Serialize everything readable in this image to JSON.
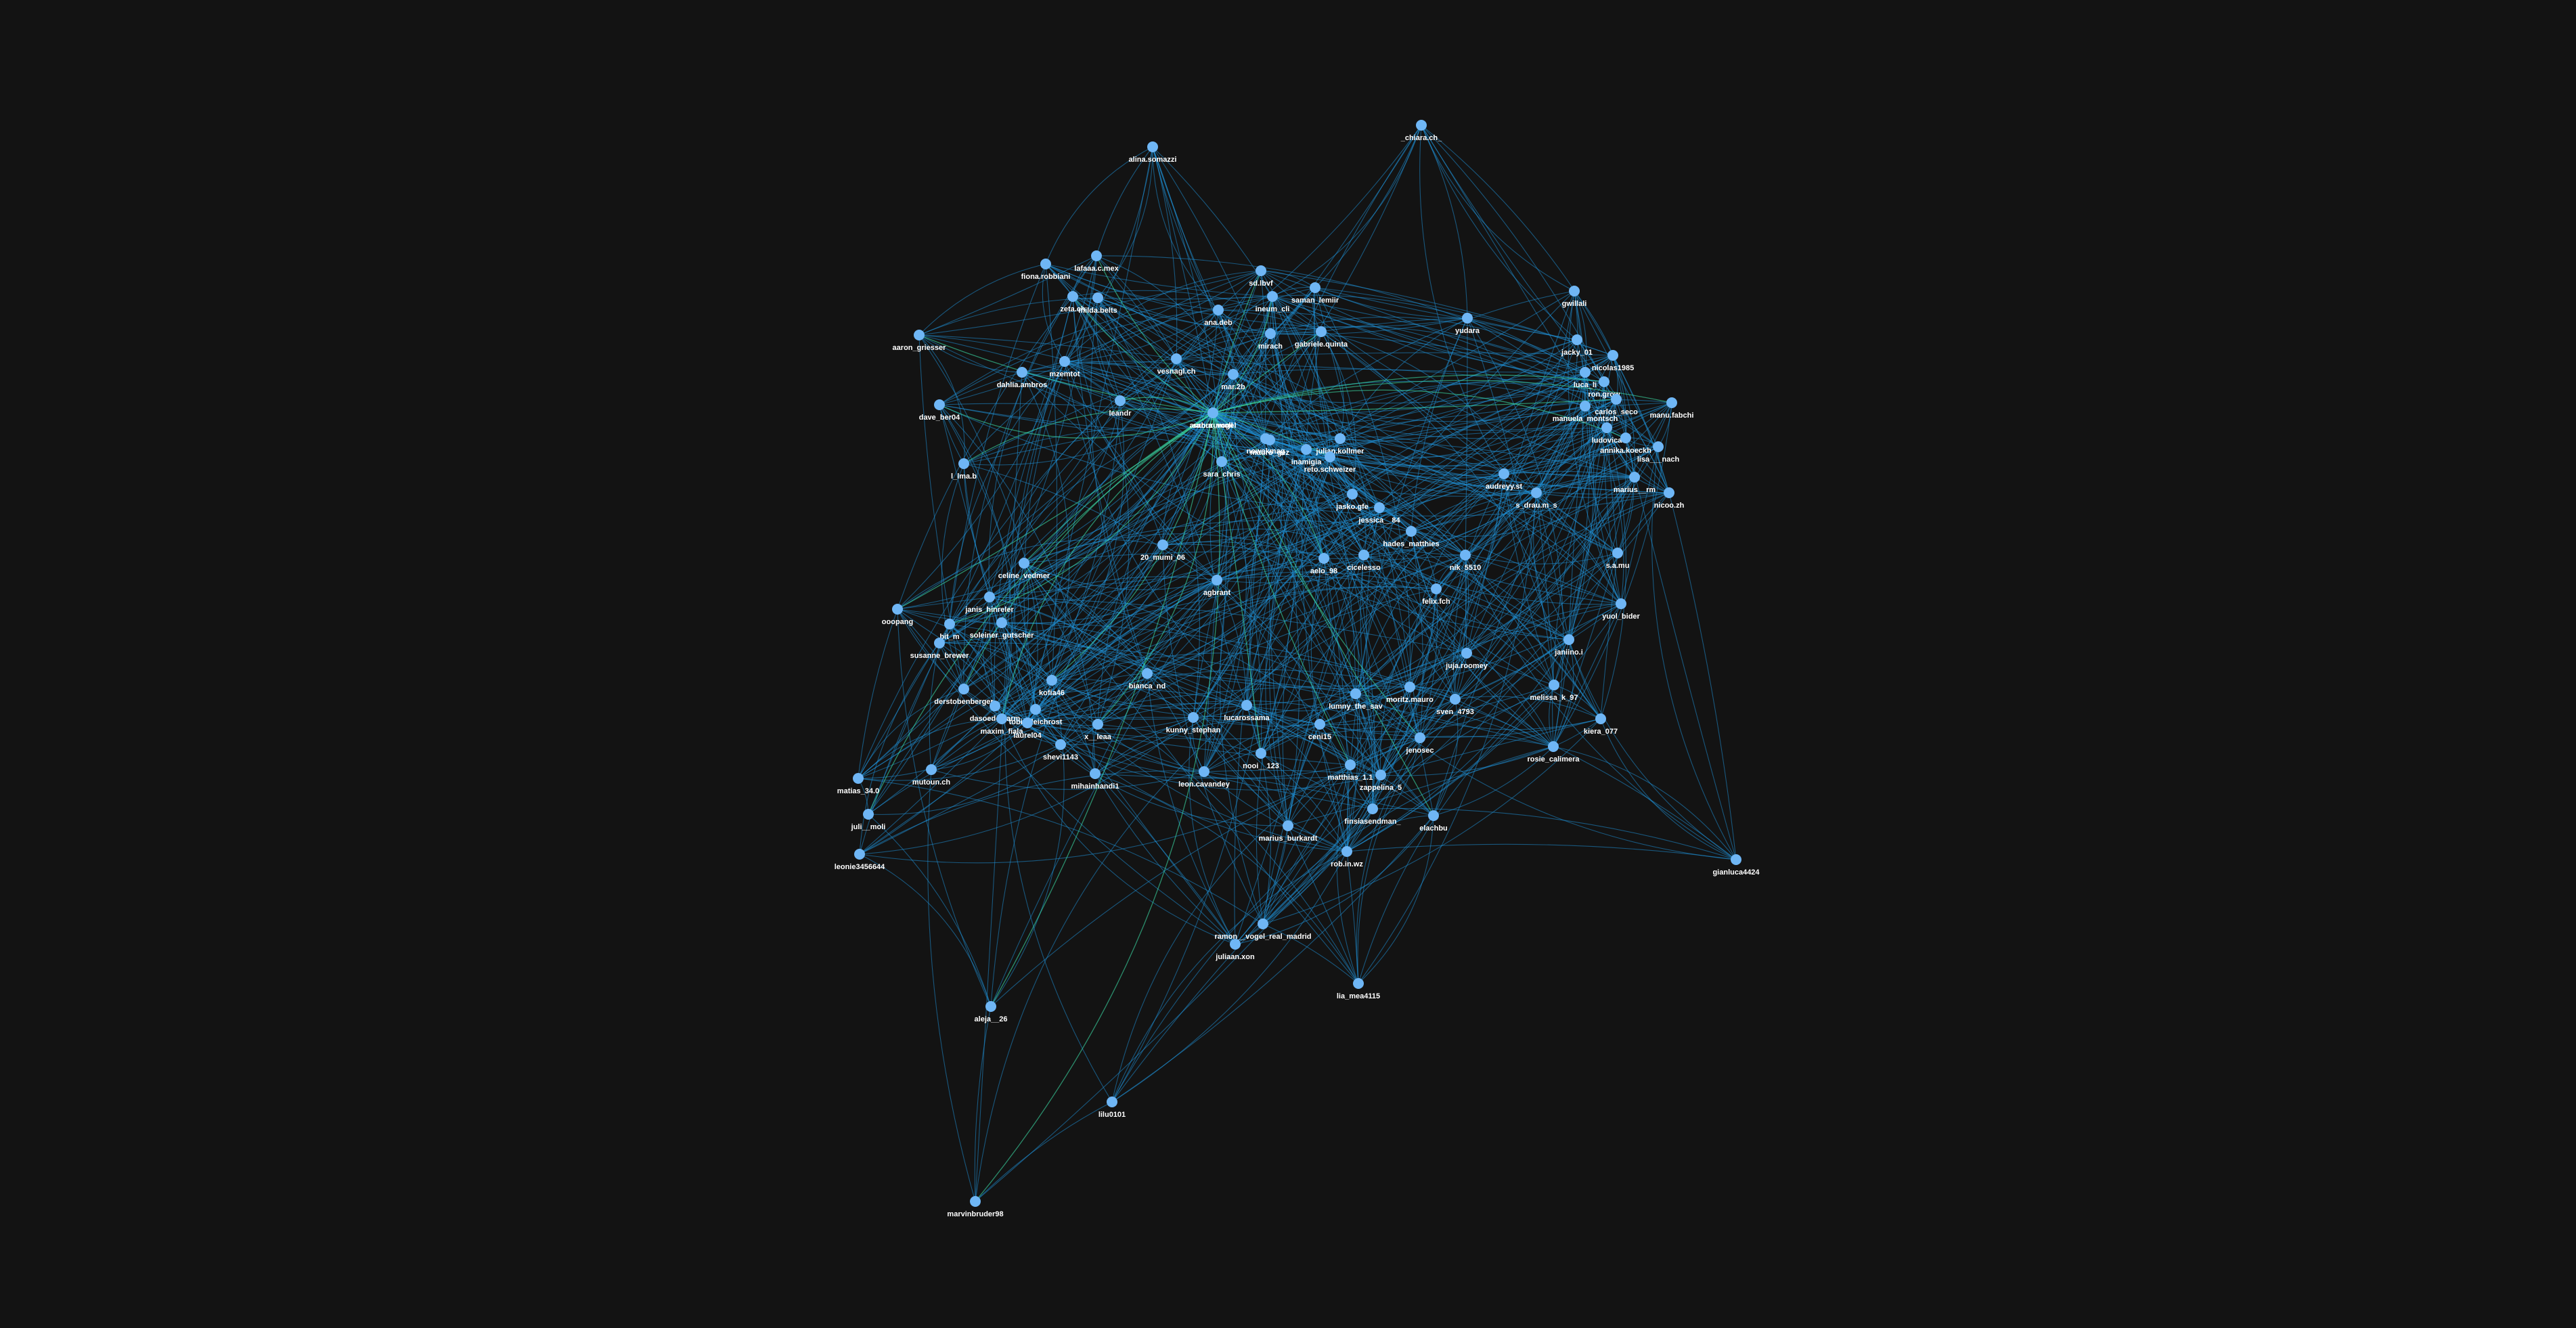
{
  "colors": {
    "background": "#131313",
    "edge": "#1f8fd6",
    "edge_highlight": "#3ce0a8",
    "node": "#6fb6f5",
    "node_center": "#3ce0a8",
    "label": "#ffffff"
  },
  "nodes": [
    {
      "id": "chiara_ch_",
      "label": "_chiara.ch_"
    },
    {
      "id": "alina",
      "label": "alina.somazzi"
    },
    {
      "id": "aurora",
      "label": "aurora_vogel"
    },
    {
      "id": "fiona",
      "label": "fiona.robbiani"
    },
    {
      "id": "lafaaa",
      "label": "lafaaa.c.mex"
    },
    {
      "id": "zeta",
      "label": "zeta.ch"
    },
    {
      "id": "milda",
      "label": "milda.belts"
    },
    {
      "id": "sdlbv",
      "label": "sd.lbvf"
    },
    {
      "id": "ineum",
      "label": "ineum_cli"
    },
    {
      "id": "saman",
      "label": "saman_lemiir"
    },
    {
      "id": "anadeb",
      "label": "ana.deb"
    },
    {
      "id": "mirach",
      "label": "mirach"
    },
    {
      "id": "gabriele",
      "label": "gabriele.quinta"
    },
    {
      "id": "yudara",
      "label": "yudara"
    },
    {
      "id": "gwillali",
      "label": "gwillali"
    },
    {
      "id": "aaron",
      "label": "aaron_griesser"
    },
    {
      "id": "dahlia",
      "label": "dahlia.ambros"
    },
    {
      "id": "mzemtot",
      "label": "mzemtot"
    },
    {
      "id": "vesnagl",
      "label": "vesnagl.ch"
    },
    {
      "id": "mar_2b",
      "label": "mar.2b"
    },
    {
      "id": "jacky",
      "label": "jacky_01"
    },
    {
      "id": "nicolas1985",
      "label": "nicolas1985"
    },
    {
      "id": "luca",
      "label": "luca_li"
    },
    {
      "id": "ron",
      "label": "ron.grow"
    },
    {
      "id": "dave",
      "label": "dave_ber04"
    },
    {
      "id": "leandr",
      "label": "leandr"
    },
    {
      "id": "sahurumoll",
      "label": "sahurumoll"
    },
    {
      "id": "nowakmag",
      "label": "nowakmag"
    },
    {
      "id": "mauro",
      "label": "mauro_gez"
    },
    {
      "id": "manuela",
      "label": "manuela_montsch"
    },
    {
      "id": "carlos",
      "label": "carlos_seco"
    },
    {
      "id": "manu",
      "label": "manu.fabchi"
    },
    {
      "id": "ludovica",
      "label": "ludovica"
    },
    {
      "id": "inamigia",
      "label": "inamigia"
    },
    {
      "id": "julian",
      "label": "julian.kollmer"
    },
    {
      "id": "annika",
      "label": "annika.koeckh"
    },
    {
      "id": "lisa",
      "label": "lisa___nach"
    },
    {
      "id": "llma",
      "label": "l_lma.b"
    },
    {
      "id": "sara",
      "label": "sara_chris"
    },
    {
      "id": "reto",
      "label": "reto.schweizer"
    },
    {
      "id": "audreyy",
      "label": "audreyy.st"
    },
    {
      "id": "s_drau",
      "label": "s_drau.m_s"
    },
    {
      "id": "marius",
      "label": "marius__rm"
    },
    {
      "id": "nicoo",
      "label": "nicoo.zh"
    },
    {
      "id": "jasko",
      "label": "jasko.gfe"
    },
    {
      "id": "jessica",
      "label": "jessica__84"
    },
    {
      "id": "hades",
      "label": "hades_matthies"
    },
    {
      "id": "mumi",
      "label": "20_mumi_06"
    },
    {
      "id": "aelo",
      "label": "aelo_98"
    },
    {
      "id": "cicelesso",
      "label": "cicelesso"
    },
    {
      "id": "nik",
      "label": "nik_5510"
    },
    {
      "id": "samu",
      "label": "s.a.mu"
    },
    {
      "id": "celine",
      "label": "celine_vedmer"
    },
    {
      "id": "agbrant",
      "label": "agbrant"
    },
    {
      "id": "ooopang",
      "label": "ooopang"
    },
    {
      "id": "janis",
      "label": "janis_hinreler"
    },
    {
      "id": "felix",
      "label": "felix.fch"
    },
    {
      "id": "yuol",
      "label": "yuol_bider"
    },
    {
      "id": "bit_m",
      "label": "bit_m"
    },
    {
      "id": "soleiner",
      "label": "soleiner_gutscher"
    },
    {
      "id": "susanne",
      "label": "susanne_brewer"
    },
    {
      "id": "janiino",
      "label": "janiino.i"
    },
    {
      "id": "juja",
      "label": "juja.roomey"
    },
    {
      "id": "derstoben",
      "label": "derstobenberger"
    },
    {
      "id": "kofia",
      "label": "kofia46"
    },
    {
      "id": "bianca",
      "label": "bianca_nd"
    },
    {
      "id": "lumny",
      "label": "lumny_the_sav"
    },
    {
      "id": "moritz",
      "label": "moritz.mauro"
    },
    {
      "id": "sven",
      "label": "sven_4793"
    },
    {
      "id": "melissa",
      "label": "melissa_k_97"
    },
    {
      "id": "dasoede",
      "label": "dasoedemarm"
    },
    {
      "id": "luca_rossi",
      "label": "lucarossama"
    },
    {
      "id": "kunny",
      "label": "kunny_stephan"
    },
    {
      "id": "tobi",
      "label": "tobi_bleichrost"
    },
    {
      "id": "maxim",
      "label": "maxim_fiala"
    },
    {
      "id": "laurel",
      "label": "laurel04"
    },
    {
      "id": "ceni",
      "label": "ceni15"
    },
    {
      "id": "kiera",
      "label": "kiera_077"
    },
    {
      "id": "x_leaa",
      "label": "x__leaa"
    },
    {
      "id": "shevi",
      "label": "shevi1143"
    },
    {
      "id": "jenosec",
      "label": "jenosec"
    },
    {
      "id": "rosie",
      "label": "rosie_calimera"
    },
    {
      "id": "nooi",
      "label": "nooi__123"
    },
    {
      "id": "matias",
      "label": "matias_34.0"
    },
    {
      "id": "mutoun",
      "label": "mutoun.ch"
    },
    {
      "id": "mihi",
      "label": "mihainhandi1"
    },
    {
      "id": "leon",
      "label": "leon.cavandey"
    },
    {
      "id": "matthias",
      "label": "matthias_1.1"
    },
    {
      "id": "zappelina",
      "label": "zappelina_5"
    },
    {
      "id": "juli",
      "label": "juli__moli"
    },
    {
      "id": "finsia",
      "label": "finsiasendman_"
    },
    {
      "id": "elachbu",
      "label": "elachbu"
    },
    {
      "id": "marius_b",
      "label": "marius_burkardt"
    },
    {
      "id": "rob",
      "label": "rob.in.wz"
    },
    {
      "id": "leonie",
      "label": "leonie3456644"
    },
    {
      "id": "gianluca",
      "label": "gianluca4424"
    },
    {
      "id": "ramon",
      "label": "ramon__vogel_real_madrid"
    },
    {
      "id": "juliaan",
      "label": "juliaan.xon"
    },
    {
      "id": "lia",
      "label": "lia_mea4115"
    },
    {
      "id": "aleja",
      "label": "aleja__26"
    },
    {
      "id": "lilu",
      "label": "lilu0101"
    },
    {
      "id": "marvin",
      "label": "marvinbruder98"
    }
  ]
}
